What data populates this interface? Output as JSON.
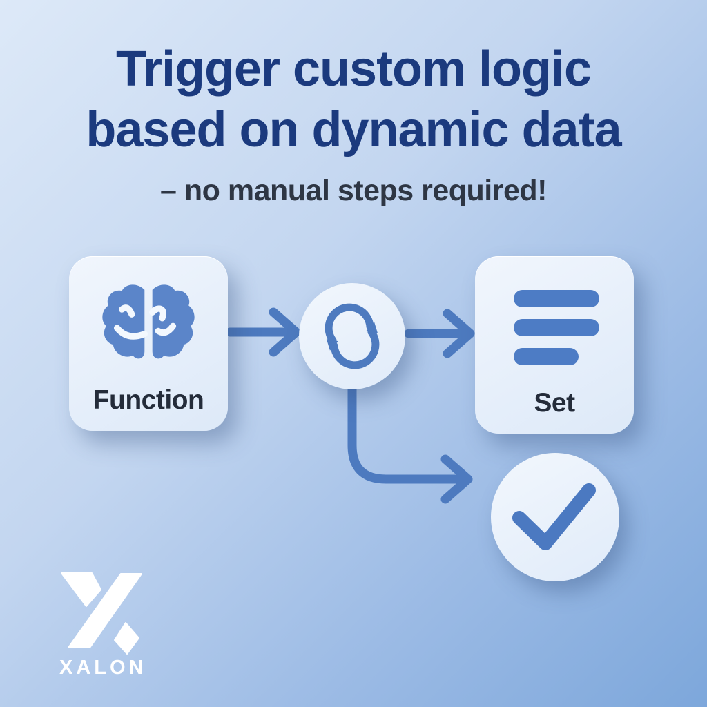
{
  "header": {
    "title_line1": "Trigger custom logic",
    "title_line2": "based on dynamic data",
    "subtitle": "– no manual steps required!"
  },
  "diagram": {
    "nodes": [
      {
        "id": "function",
        "type": "rounded-card",
        "label": "Function",
        "icon": "brain-icon"
      },
      {
        "id": "sync",
        "type": "circle",
        "label": "",
        "icon": "sync-arrows-icon"
      },
      {
        "id": "set",
        "type": "rounded-card",
        "label": "Set",
        "icon": "list-lines-icon"
      },
      {
        "id": "done",
        "type": "circle",
        "label": "",
        "icon": "checkmark-icon"
      }
    ],
    "edges": [
      {
        "from": "function",
        "to": "sync",
        "style": "straight-arrow"
      },
      {
        "from": "sync",
        "to": "set",
        "style": "straight-arrow"
      },
      {
        "from": "sync",
        "to": "done",
        "style": "elbow-arrow"
      }
    ]
  },
  "branding": {
    "logo_text": "XALON",
    "logo_icon": "xalon-x-mark"
  },
  "colors": {
    "title_navy": "#1b3a7e",
    "subtitle_slate": "#2e3644",
    "icon_blue": "#4d7abf",
    "bars_blue": "#4d7cc5",
    "card_bg": "#e9f1fb",
    "bg_gradient_start": "#dde9f8",
    "bg_gradient_end": "#7da7db",
    "logo_white": "#ffffff"
  }
}
